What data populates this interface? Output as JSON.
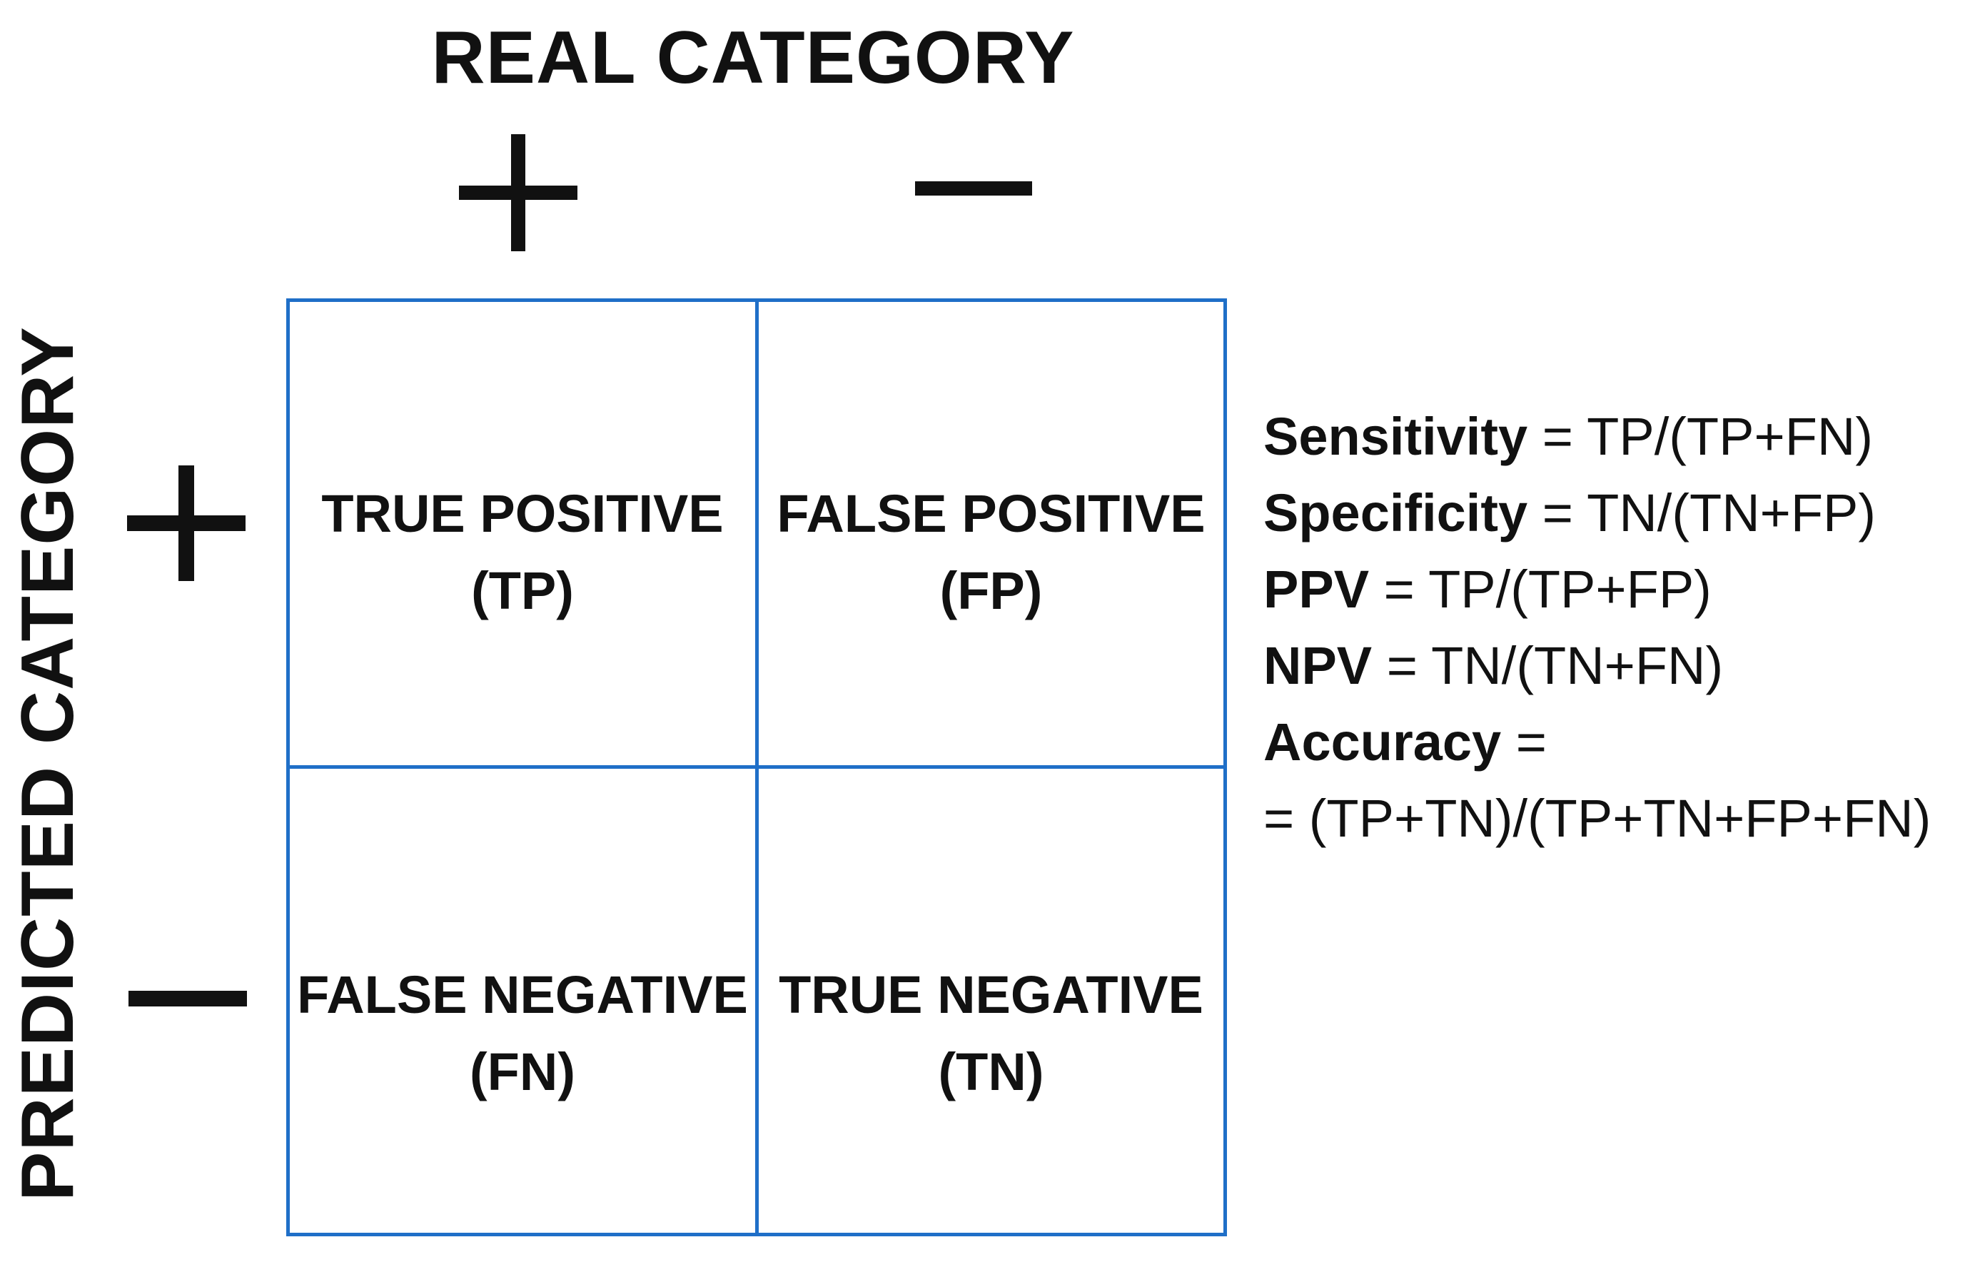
{
  "real_axis": {
    "title": "REAL CATEGORY",
    "positive_symbol": "+",
    "negative_symbol": "−"
  },
  "predicted_axis": {
    "title": "PREDICTED CATEGORY",
    "positive_symbol": "+",
    "negative_symbol": "−"
  },
  "matrix": {
    "border_color": "#1f6fc8",
    "cells": [
      {
        "line1": "TRUE POSITIVE",
        "line2": "(TP)"
      },
      {
        "line1": "FALSE POSITIVE",
        "line2": "(FP)"
      },
      {
        "line1": "FALSE NEGATIVE",
        "line2": "(FN)"
      },
      {
        "line1": "TRUE NEGATIVE",
        "line2": "(TN)"
      }
    ]
  },
  "formulas": [
    {
      "term": "Sensitivity",
      "expr": " = TP/(TP+FN)"
    },
    {
      "term": "Specificity",
      "expr": " = TN/(TN+FP)"
    },
    {
      "term": "PPV",
      "expr": " = TP/(TP+FP)"
    },
    {
      "term": "NPV",
      "expr": " = TN/(TN+FN)"
    },
    {
      "term": "Accuracy",
      "expr": " ="
    },
    {
      "term": "",
      "expr": "= (TP+TN)/(TP+TN+FP+FN)"
    }
  ]
}
